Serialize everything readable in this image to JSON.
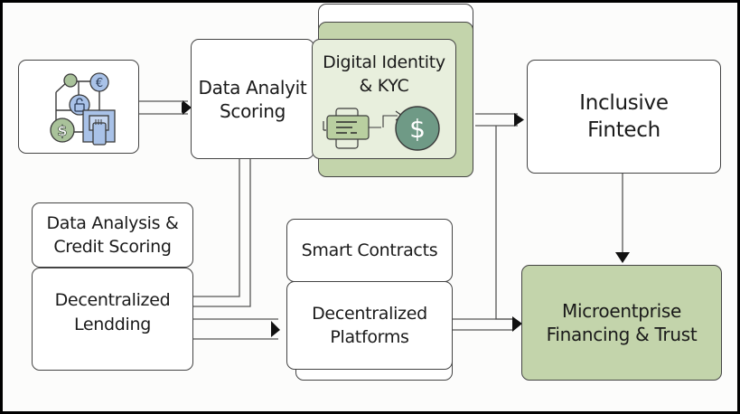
{
  "diagram": {
    "title": "Inclusive Fintech Flow",
    "nodes": {
      "icon_cluster": {
        "label": "",
        "icons": [
          "network-node-icon",
          "euro-coin-icon",
          "lock-coin-icon",
          "dollar-coin-icon",
          "card-terminal-icon"
        ]
      },
      "data_analyit_scoring": {
        "label": "Data Analyit\nScoring"
      },
      "digital_identity_kyc": {
        "label": "Digital Identity\n& KYC",
        "icons": [
          "id-card-icon",
          "dollar-coin-icon"
        ]
      },
      "inclusive_fintech": {
        "label": "Inclusive\nFintech"
      },
      "data_analysis_credit_scoring": {
        "label": "Data Analysis &\nCredit Scoring"
      },
      "decentralized_lending": {
        "label": "Decentralized\nLendding"
      },
      "smart_contracts": {
        "label": "Smart Contracts"
      },
      "decentralized_platforms": {
        "label": "Decentralized\nPlatforms"
      },
      "microenterprise_financing": {
        "label": "Microentprise\nFinancing & Trust"
      }
    },
    "edges": [
      {
        "from": "icon_cluster",
        "to": "data_analyit_scoring"
      },
      {
        "from": "digital_identity_kyc",
        "to": "inclusive_fintech"
      },
      {
        "from": "inclusive_fintech",
        "to": "microenterprise_financing"
      },
      {
        "from": "data_analyit_scoring",
        "to": "decentralized_lending"
      },
      {
        "from": "decentralized_lending",
        "to": "decentralized_platforms"
      },
      {
        "from": "decentralized_platforms",
        "to": "microenterprise_financing"
      },
      {
        "from": "digital_identity_kyc",
        "to": "microenterprise_financing"
      }
    ],
    "colors": {
      "green_fill": "#c3d4ab",
      "green_light": "#e6eedb",
      "green_dark_coin": "#6f9a86",
      "blue_icon": "#a9c2e8",
      "stroke": "#444444"
    }
  }
}
